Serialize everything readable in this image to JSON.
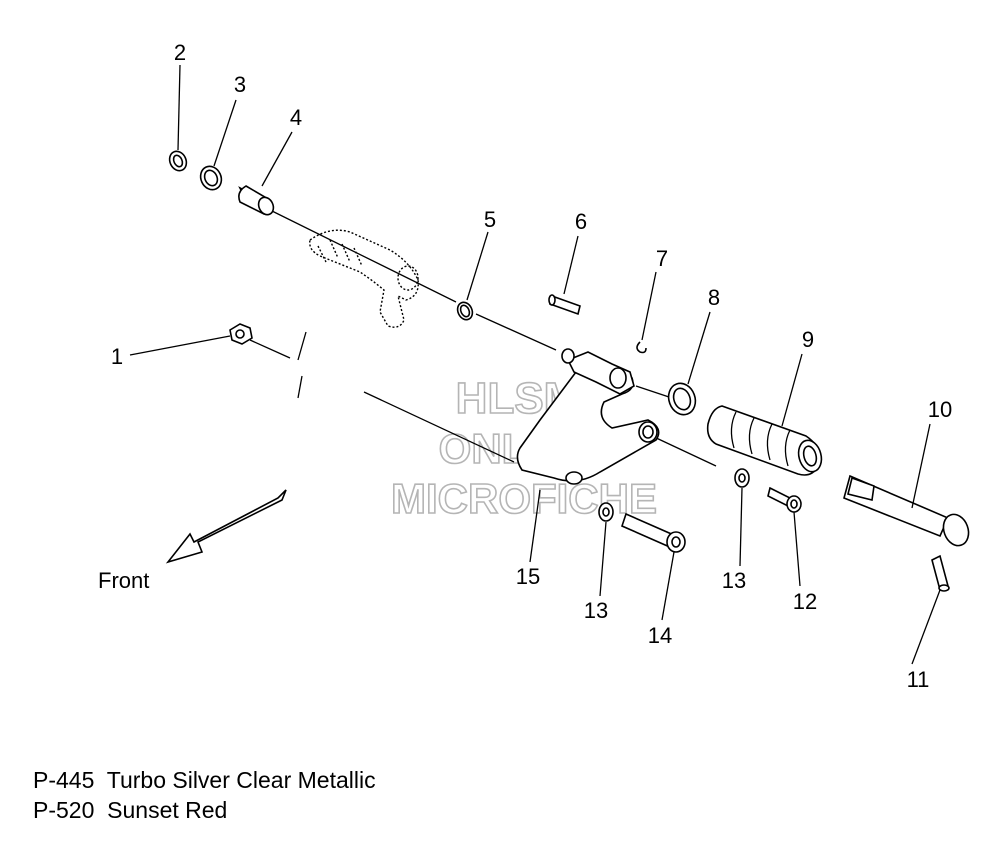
{
  "watermark": {
    "line1": "HLSM",
    "line2": "ONLINE",
    "line3": "MICROFICHE"
  },
  "direction_label": "Front",
  "callouts": [
    "1",
    "2",
    "3",
    "4",
    "5",
    "6",
    "7",
    "8",
    "9",
    "10",
    "11",
    "12",
    "13",
    "13",
    "14",
    "15"
  ],
  "paint_codes": [
    {
      "code": "P-445",
      "description": "Turbo Silver Clear Metallic"
    },
    {
      "code": "P-520",
      "description": "Sunset Red"
    }
  ]
}
